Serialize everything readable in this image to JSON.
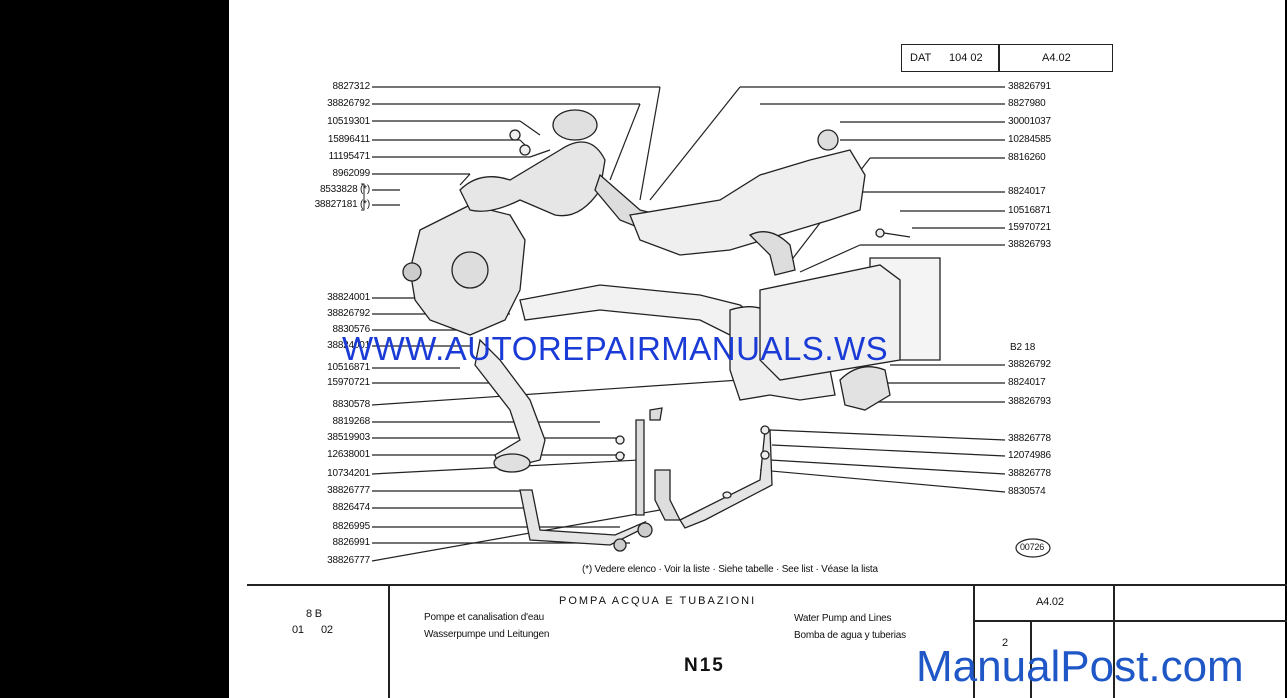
{
  "header": {
    "dat_label": "DAT",
    "dat_code": "104 02",
    "ref": "A4.02"
  },
  "left_parts": [
    "8827312",
    "38826792",
    "10519301",
    "15896411",
    "11195471",
    "8962099",
    "8533828 (*)",
    "38827181 (*)",
    "38824001",
    "38826792",
    "8830576",
    "38824001",
    "10516871",
    "15970721",
    "8830578",
    "8819268",
    "38519903",
    "12638001",
    "10734201",
    "38826777",
    "8826474",
    "8826995",
    "8826991",
    "38826777"
  ],
  "right_parts": [
    "38826791",
    "8827980",
    "30001037",
    "10284585",
    "8816260",
    "8824017",
    "10516871",
    "15970721",
    "38826793",
    "B2 18",
    "38826792",
    "8824017",
    "38826793",
    "38826778",
    "12074986",
    "38826778",
    "8830574"
  ],
  "diagram_code": "00726",
  "note": "(*)   Vedere elenco · Voir la liste · Siehe tabelle · See list · Véase la lista",
  "watermark": "WWW.AUTOREPAIRMANUALS.WS",
  "footer": {
    "group_code": "8 B",
    "group_sub_a": "01",
    "group_sub_b": "02",
    "title": "POMPA ACQUA E TUBAZIONI",
    "fr": "Pompe et canalisation d'eau",
    "de": "Wasserpumpe und Leitungen",
    "en": "Water Pump and Lines",
    "es": "Bomba de agua y tuberias",
    "model": "N15",
    "ref": "A4.02",
    "page": "2"
  },
  "brand": "ManualPost.com"
}
